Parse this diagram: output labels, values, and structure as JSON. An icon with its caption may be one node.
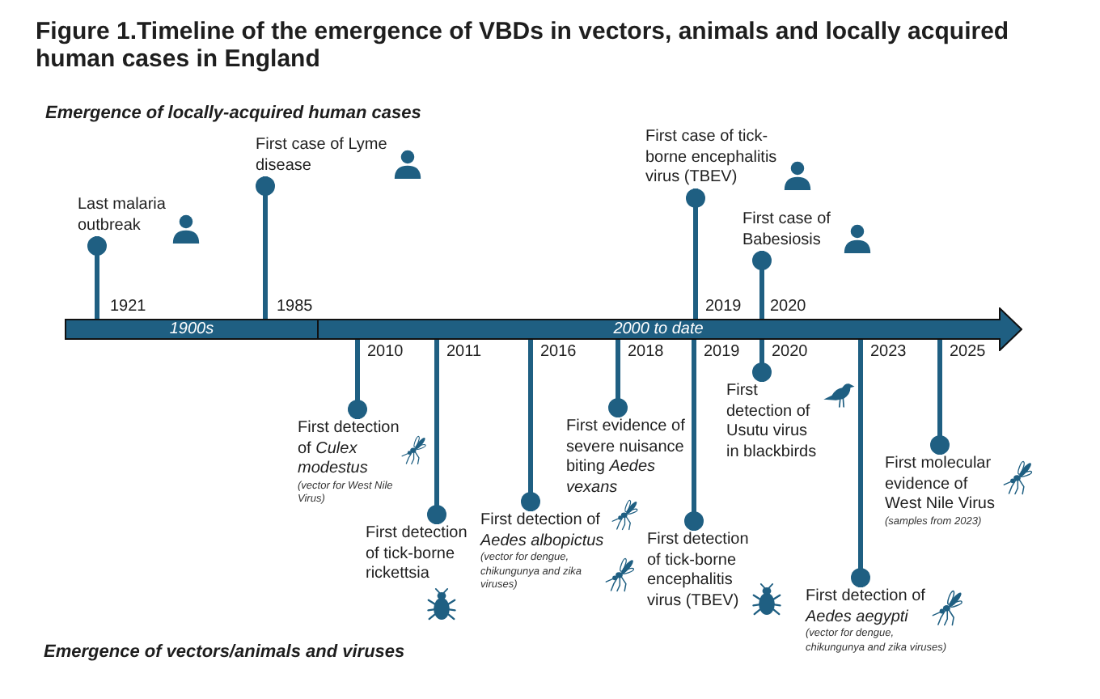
{
  "diagram": {
    "title": "Figure 1.Timeline of the emergence of VBDs in vectors, animals and locally acquired human cases in England",
    "nodes": [
      {
        "text": [
          "Last malaria outbreak"
        ]
      },
      {
        "text": [
          "First case of Lyme disease"
        ]
      },
      {
        "text": [
          "First case of tick-borne encephalitis virus (TBEV)"
        ]
      },
      {
        "text": [
          "First case of Babesiosis"
        ]
      },
      {
        "text": [
          "1900s"
        ]
      },
      {
        "text": [
          "2000 to date"
        ]
      },
      {
        "text": [
          "First detection of *Culex modestus*",
          "(vector for West Nile Virus)"
        ]
      },
      {
        "text": [
          "First detection of tick-borne rickettsia"
        ]
      },
      {
        "text": [
          "First detection of *Aedes albopictus*",
          "(vector for dengue, chikungunya and zika viruses)"
        ]
      },
      {
        "text": [
          "First evidence of severe nuisance biting *Aedes vexans*"
        ]
      },
      {
        "text": [
          "First detection of tick-borne encephalitis virus (TBEV)"
        ]
      },
      {
        "text": [
          "First detection of Usutu virus in blackbirds"
        ]
      },
      {
        "text": [
          "First detection of *Aedes aegypti*",
          "(vector for dengue, chikungunya and zika viruses)"
        ]
      },
      {
        "text": [
          "First molecular evidence of West Nile Virus",
          "(samples from 2023)"
        ]
      }
    ],
    "edges": [
      {
        "from": 0,
        "to": 4,
        "arrow": "other"
      },
      {
        "from": 1,
        "to": 4,
        "arrow": "other"
      },
      {
        "from": 2,
        "to": 5,
        "arrow": "other"
      },
      {
        "from": 3,
        "to": 5,
        "arrow": "other"
      },
      {
        "from": 6,
        "to": 5,
        "arrow": "other"
      },
      {
        "from": 7,
        "to": 5,
        "arrow": "other"
      },
      {
        "from": 8,
        "to": 5,
        "arrow": "other"
      },
      {
        "from": 9,
        "to": 5,
        "arrow": "other"
      },
      {
        "from": 10,
        "to": 5,
        "arrow": "other"
      },
      {
        "from": 11,
        "to": 5,
        "arrow": "other"
      },
      {
        "from": 12,
        "to": 5,
        "arrow": "other"
      },
      {
        "from": 13,
        "to": 5,
        "arrow": "other"
      }
    ],
    "labels": [
      "Emergence of locally-acquired human cases",
      "1921",
      "1985",
      "2019",
      "2020",
      "2010",
      "2011",
      "2016",
      "2018",
      "2019",
      "2020",
      "2023",
      "2025",
      "Emergence of vectors/animals and viruses"
    ]
  }
}
